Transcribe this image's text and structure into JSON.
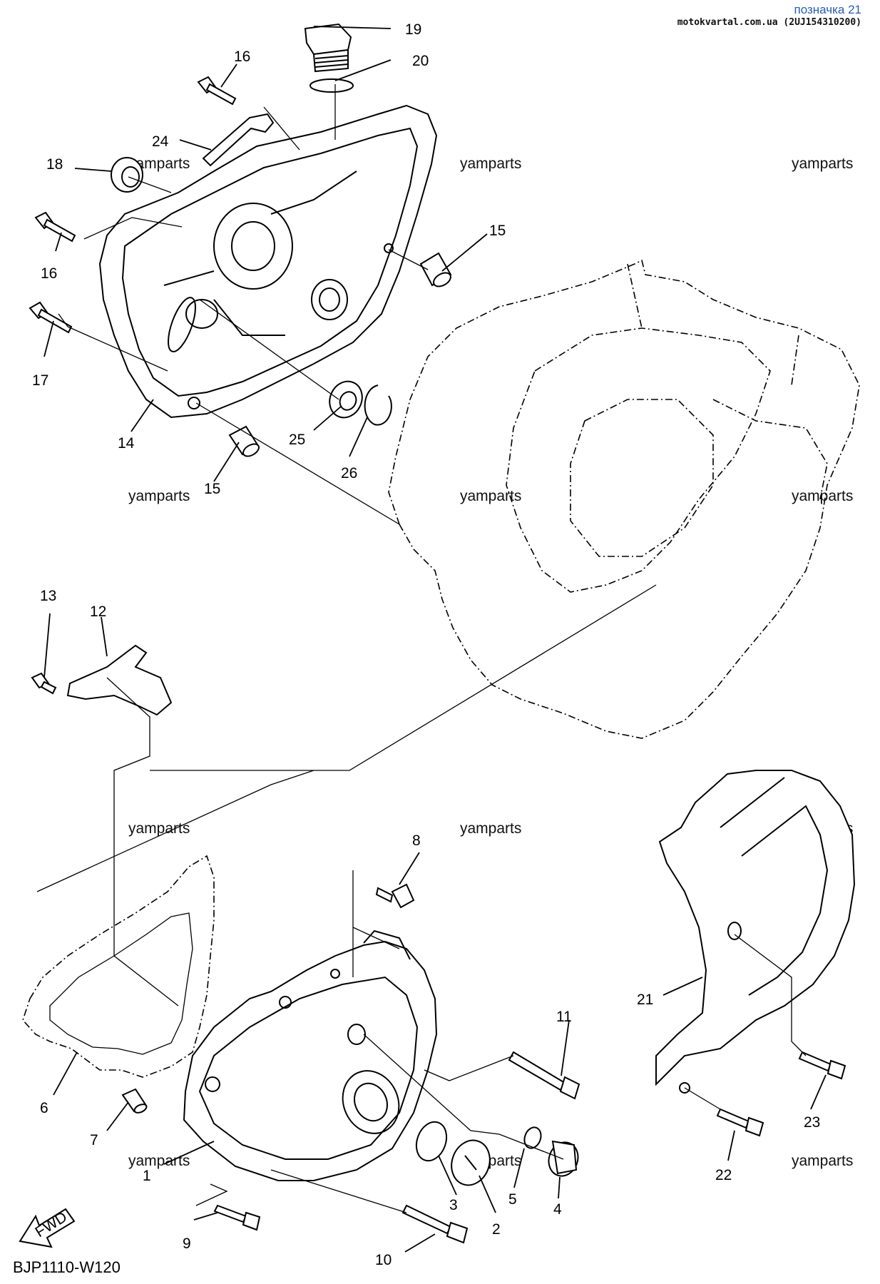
{
  "header": {
    "title": "позначка 21",
    "source": "motokvartal.com.ua (2UJ154310200)"
  },
  "diagram_code": "BJP1110-W120",
  "fwd_label": "FWD",
  "watermark": "yamparts",
  "callouts": [
    "19",
    "20",
    "16",
    "24",
    "18",
    "16",
    "17",
    "15",
    "14",
    "15",
    "25",
    "26",
    "13",
    "12",
    "8",
    "11",
    "21",
    "23",
    "6",
    "7",
    "1",
    "9",
    "10",
    "3",
    "2",
    "5",
    "4",
    "22"
  ]
}
